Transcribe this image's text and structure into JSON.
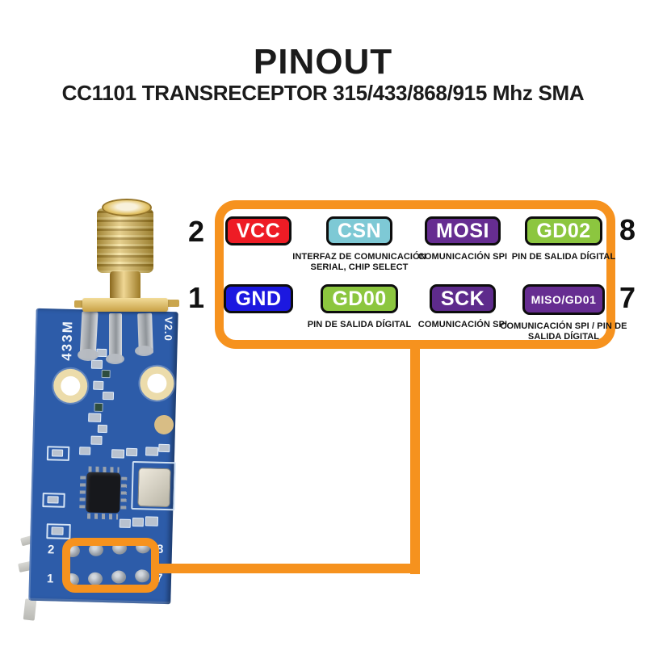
{
  "header": {
    "title": "PINOUT",
    "subtitle": "CC1101 TRANSRECEPTOR 315/433/868/915 Mhz SMA"
  },
  "colors": {
    "accent_orange": "#f6921e",
    "badge_red": "#ee1c25",
    "badge_cyan": "#7ec9d5",
    "badge_purple": "#662d91",
    "badge_dark_purple": "#5e2b8c",
    "badge_green": "#8cc63f",
    "badge_blue": "#1c18e0",
    "pcb_blue": "#2d5ca9"
  },
  "pinout": {
    "left_numbers": [
      "2",
      "1"
    ],
    "right_numbers": [
      "8",
      "7"
    ],
    "rows": [
      {
        "pins": [
          {
            "label": "VCC",
            "color": "#ee1c25",
            "desc": ""
          },
          {
            "label": "CSN",
            "color": "#7ec9d5",
            "desc": "INTERFAZ DE COMUNICACIÓN SERIAL, CHIP SELECT"
          },
          {
            "label": "MOSI",
            "color": "#662d91",
            "desc": "COMUNICACIÓN SPI"
          },
          {
            "label": "GD02",
            "color": "#8cc63f",
            "desc": "PIN DE SALIDA DÍGITAL"
          }
        ]
      },
      {
        "pins": [
          {
            "label": "GND",
            "color": "#1c18e0",
            "desc": ""
          },
          {
            "label": "GD00",
            "color": "#8cc63f",
            "desc": "PIN DE SALIDA DÍGITAL"
          },
          {
            "label": "SCK",
            "color": "#5e2b8c",
            "desc": "COMUNICACIÓN SPI"
          },
          {
            "label": "MISO/GD01",
            "color": "#662d91",
            "desc": "COMUNICACIÓN SPI / PIN DE SALIDA DÍGITAL"
          }
        ]
      }
    ]
  },
  "board": {
    "silkscreen_left": "433M",
    "silkscreen_right": "V2.0",
    "pin_numbers": {
      "top_left": "2",
      "bottom_left": "1",
      "top_right": "8",
      "bottom_right": "7"
    }
  }
}
